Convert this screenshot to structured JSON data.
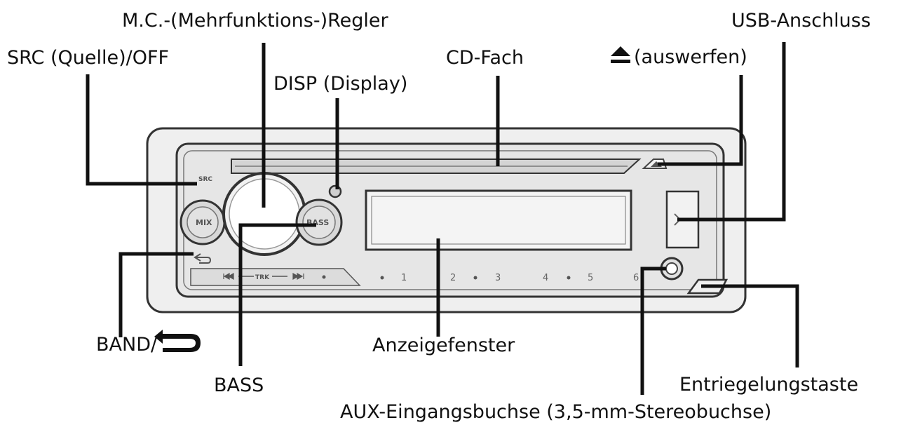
{
  "labels": {
    "mc": "M.C.-(Mehrfunktions-)Regler",
    "usb": "USB-Anschluss",
    "src": "SRC (Quelle)/OFF",
    "cd": "CD-Fach",
    "eject": "(auswerfen)",
    "disp": "DISP (Display)",
    "band": "BAND/",
    "anzeige": "Anzeigefenster",
    "bass": "BASS",
    "entriegelung": "Entriegelungstaste",
    "aux": "AUX-Eingangsbuchse (3,5-mm-Stereobuchse)"
  },
  "device": {
    "src_label": "SRC",
    "mix_label": "MIX",
    "bass_label": "BASS",
    "trk_label": "TRK",
    "presets": [
      "1",
      "2",
      "3",
      "4",
      "5",
      "6"
    ]
  },
  "icons": [
    "eject-icon",
    "back-arrow-icon",
    "usb-icon",
    "skip-back-icon",
    "skip-forward-icon"
  ],
  "colors": {
    "line": "#111111",
    "device_fill": "#e9e9e9",
    "device_stroke": "#333333"
  }
}
